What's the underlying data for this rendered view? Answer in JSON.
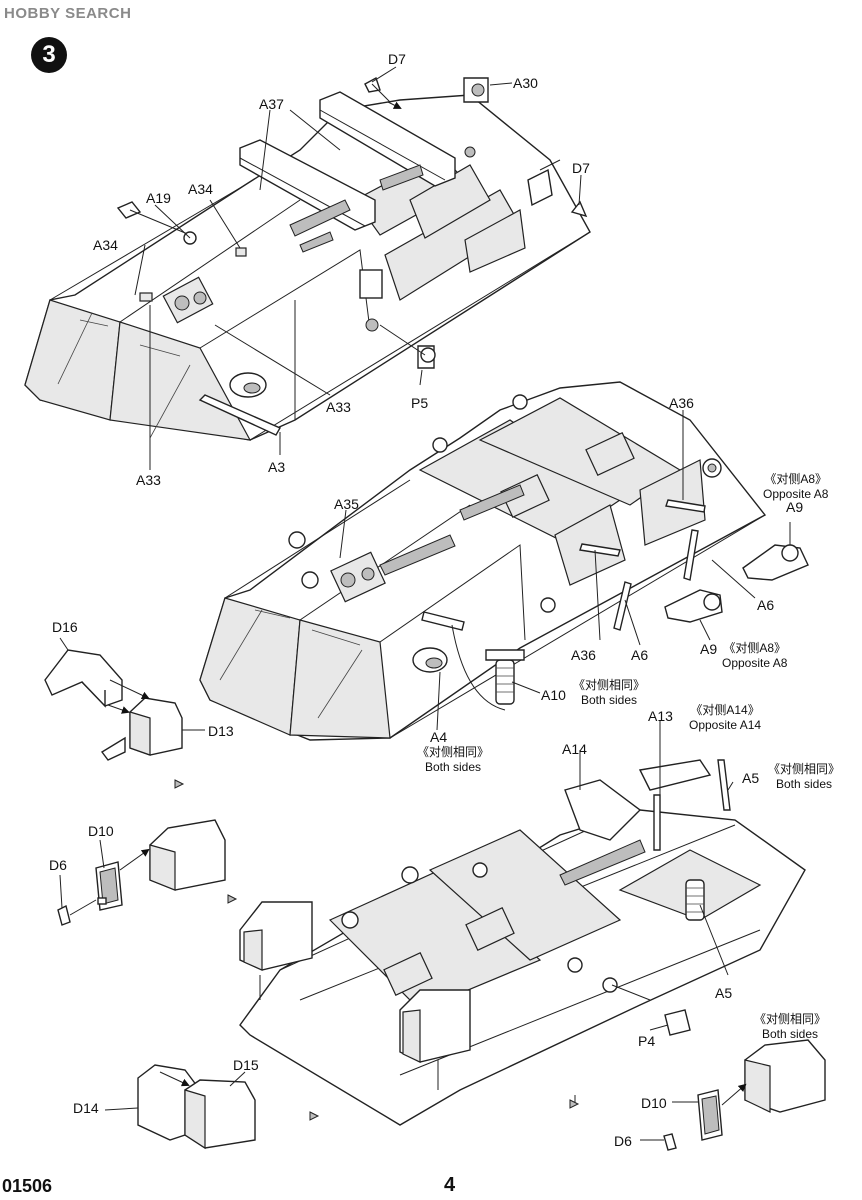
{
  "watermark": "HOBBY SEARCH",
  "step_number": "3",
  "footer": {
    "kit_number": "01506",
    "page_number": "4"
  },
  "labels": {
    "d7_top": "D7",
    "a30": "A30",
    "a37": "A37",
    "d7_right": "D7",
    "a19": "A19",
    "a34_top": "A34",
    "a34_left": "A34",
    "a33_right": "A33",
    "a33_bottom": "A33",
    "a3": "A3",
    "p5": "P5",
    "a36_top": "A36",
    "a35": "A35",
    "a9_top": "A9",
    "a6_right": "A6",
    "a36_bottom": "A36",
    "a6_bottom": "A6",
    "a9_bottom": "A9",
    "a10": "A10",
    "a4": "A4",
    "d16": "D16",
    "d13": "D13",
    "a13": "A13",
    "a14": "A14",
    "a5_top": "A5",
    "a5_bottom": "A5",
    "d10_left": "D10",
    "d6_left": "D6",
    "p4": "P4",
    "d15": "D15",
    "d14": "D14",
    "d10_right": "D10",
    "d6_right": "D6"
  },
  "notes": {
    "opposite_a8_top": {
      "cn": "《对侧A8》",
      "en": "Opposite A8"
    },
    "opposite_a8_bottom": {
      "cn": "《对侧A8》",
      "en": "Opposite A8"
    },
    "a10_both": {
      "cn": "《对侧相同》",
      "en": "Both sides"
    },
    "a4_both": {
      "cn": "《对侧相同》",
      "en": "Both sides"
    },
    "opposite_a14": {
      "cn": "《对侧A14》",
      "en": "Opposite A14"
    },
    "a5_both": {
      "cn": "《对侧相同》",
      "en": "Both sides"
    },
    "d10_both": {
      "cn": "《对侧相同》",
      "en": "Both sides"
    }
  }
}
